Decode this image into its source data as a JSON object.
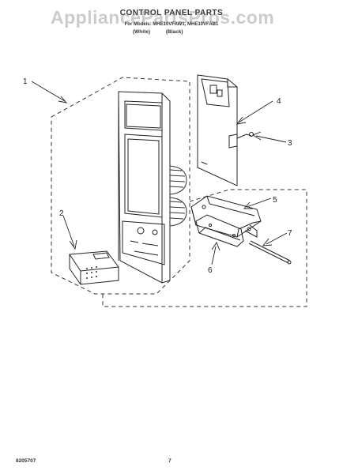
{
  "watermark": "AppliancePartsPros.com",
  "title": "CONTROL PANEL PARTS",
  "subtitle": "For Models: MHE10VFAW1, MHE10VFAB1",
  "variants": [
    "(White)",
    "(Black)"
  ],
  "callouts": [
    "1",
    "2",
    "3",
    "4",
    "5",
    "6",
    "7"
  ],
  "footer": {
    "doc_number": "8205707",
    "page": "7"
  }
}
